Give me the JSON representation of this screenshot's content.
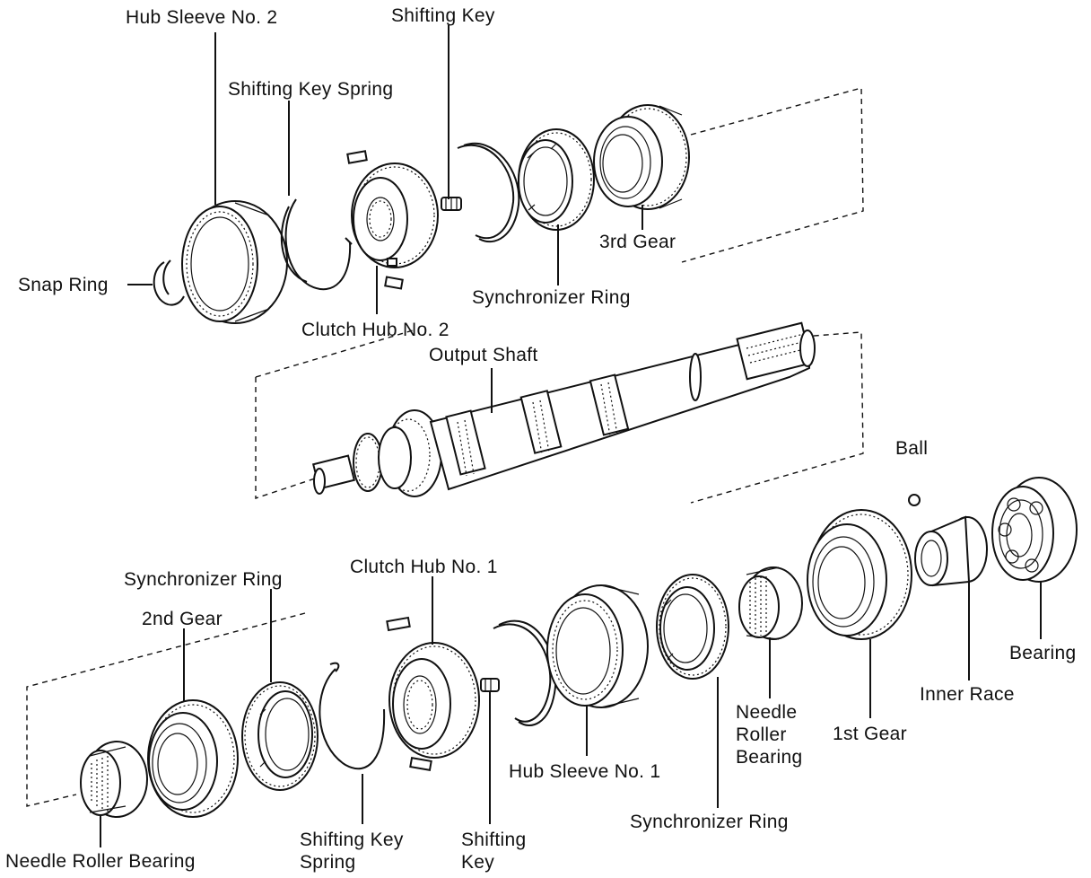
{
  "labels": {
    "hub_sleeve_2": "Hub Sleeve No. 2",
    "shifting_key_top": "Shifting Key",
    "shifting_key_spring_top": "Shifting Key Spring",
    "snap_ring": "Snap Ring",
    "clutch_hub_2": "Clutch Hub No. 2",
    "synchronizer_ring_top": "Synchronizer Ring",
    "third_gear": "3rd Gear",
    "output_shaft": "Output Shaft",
    "ball": "Ball",
    "bearing": "Bearing",
    "inner_race": "Inner Race",
    "first_gear": "1st Gear",
    "needle_roller_bearing_right_l1": "Needle",
    "needle_roller_bearing_right_l2": "Roller",
    "needle_roller_bearing_right_l3": "Bearing",
    "synchronizer_ring_right": "Synchronizer Ring",
    "hub_sleeve_1": "Hub Sleeve No. 1",
    "clutch_hub_1": "Clutch Hub No. 1",
    "synchronizer_ring_left": "Synchronizer Ring",
    "second_gear": "2nd Gear",
    "needle_roller_bearing_left": "Needle Roller Bearing",
    "shifting_key_spring_bottom_l1": "Shifting Key",
    "shifting_key_spring_bottom_l2": "Spring",
    "shifting_key_bottom_l1": "Shifting",
    "shifting_key_bottom_l2": "Key"
  }
}
